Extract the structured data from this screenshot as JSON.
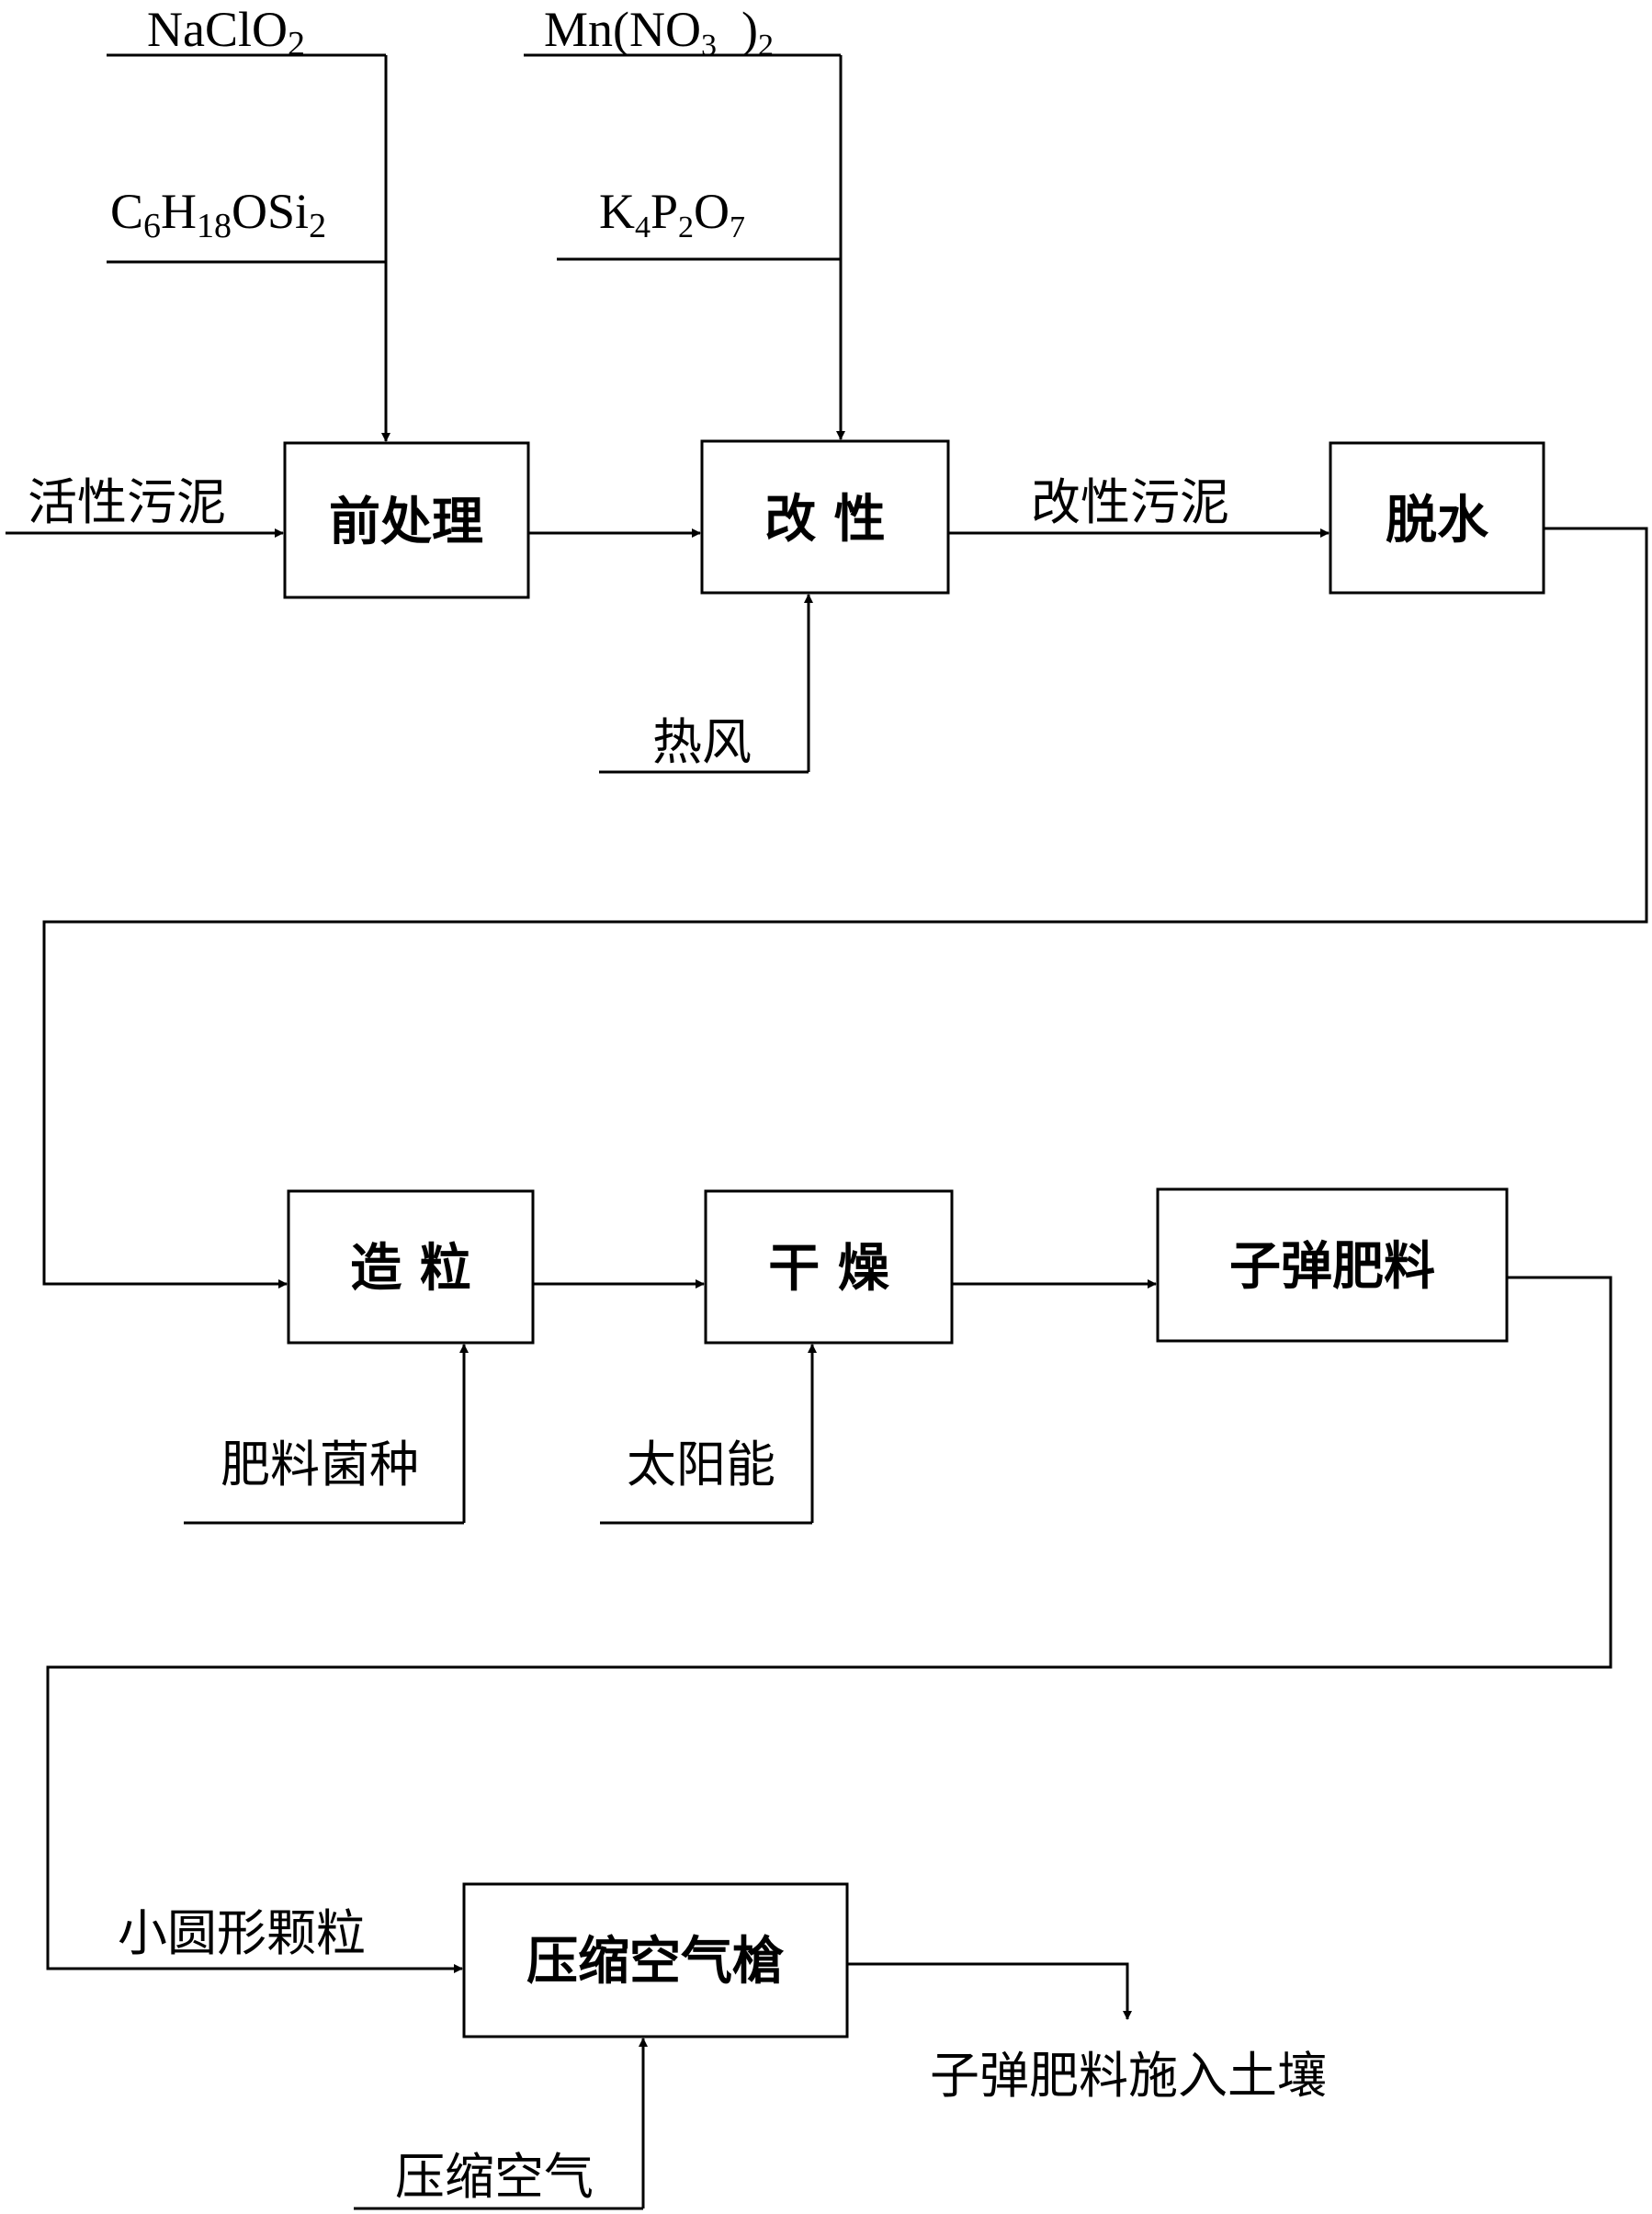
{
  "boxes": {
    "pretreatment": "前处理",
    "modification": "改 性",
    "dewatering": "脱水",
    "granulation": "造 粒",
    "drying": "干 燥",
    "bullet_fertilizer": "子弹肥料",
    "air_gun": "压缩空气槍"
  },
  "inputs": {
    "naclo2": {
      "pre": "NaClO",
      "sub": "2"
    },
    "hmdso": {
      "parts": [
        "C",
        "6",
        "H",
        "18",
        "OSi",
        "2"
      ]
    },
    "mn_nitrate": {
      "pre": "Mn(NO",
      "sub1": "3",
      "mid": "  )",
      "sub2": "2"
    },
    "k4p2o7": {
      "parts": [
        "K",
        "4",
        "P",
        "2",
        "O",
        "7"
      ]
    },
    "activated_sludge": "活性污泥",
    "hot_air": "热风",
    "fertilizer_strain": "肥料菌种",
    "solar_energy": "太阳能",
    "compressed_air": "压缩空气"
  },
  "flows": {
    "modified_sludge": "改性污泥",
    "small_round_granules": "小圆形颗粒",
    "applied_to_soil": "子弹肥料施入土壤"
  }
}
